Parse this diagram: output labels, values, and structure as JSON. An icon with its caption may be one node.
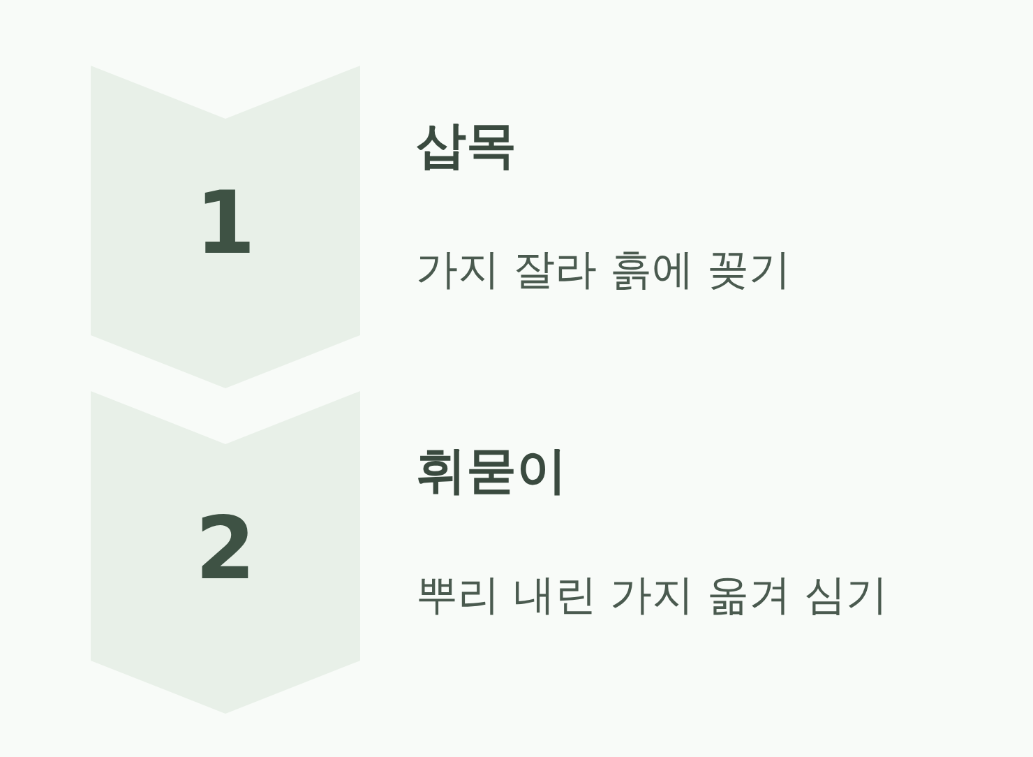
{
  "diagram": {
    "nodes": [
      {
        "text": [
          "1"
        ],
        "beside": [
          "삽목",
          "가지 잘라 흙에 꽂기"
        ]
      },
      {
        "text": [
          "2"
        ],
        "beside": [
          "휘묻이",
          "뿌리 내린 가지 옮겨 심기"
        ]
      }
    ]
  }
}
